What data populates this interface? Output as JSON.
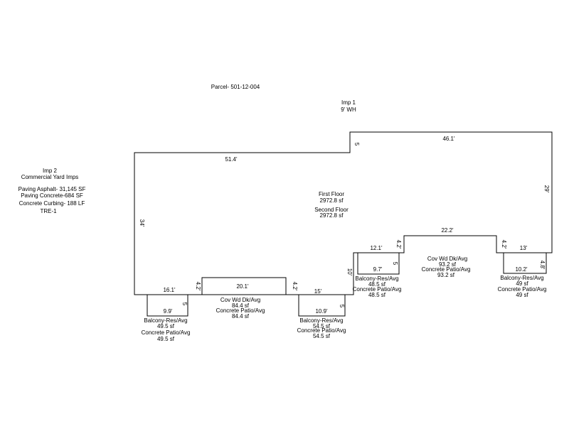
{
  "parcel": "Parcel- 501-12-004",
  "imp1": {
    "title": "Imp 1",
    "wall_height": "9' WH"
  },
  "imp2": {
    "title": "Imp 2",
    "subtitle": "Commercial Yard Imps",
    "items": [
      "Paving  Asphalt-  31,145  SF",
      "Paving  Concrete-684   SF",
      "Concrete Curbing-  188  LF"
    ],
    "code": "TRE-1"
  },
  "floors": {
    "first": "First Floor",
    "first_area": "2972.8 sf",
    "second": "Second Floor",
    "second_area": "2972.8 sf"
  },
  "dimensions": {
    "top_left": "51.4'",
    "step": "5",
    "top_right": "46.1'",
    "right": "29'",
    "left": "34'",
    "bottom_left": "16.1'",
    "deck_left_width": "20.1'",
    "deck_left_side_a": "4.2'",
    "deck_left_side_b": "4.2'",
    "bottom_mid": "15'",
    "notch": "10'",
    "upper_left": "12.1'",
    "deck_right_side_a": "4.2'",
    "deck_right_width": "22.2'",
    "deck_right_side_b": "4.2'",
    "upper_right": "13'"
  },
  "balconies": [
    {
      "width": "9.9'",
      "depth": "5",
      "label": "Balcony-Res/Avg",
      "area": "49.5 sf",
      "patio": "Concrete Patio/Avg",
      "patio_area": "49.5 sf"
    },
    {
      "width": "10.9'",
      "depth": "5",
      "label": "Balcony-Res/Avg",
      "area": "54.5 sf",
      "patio": "Concrete Patio/Avg",
      "patio_area": "54.5 sf"
    },
    {
      "width": "9.7'",
      "depth": "5",
      "label": "Balcony-Res/Avg",
      "area": "48.5 sf",
      "patio": "Concrete Patio/Avg",
      "patio_area": "48.5 sf"
    },
    {
      "width": "10.2'",
      "depth": "4.8'",
      "label": "Balcony-Res/Avg",
      "area": "49 sf",
      "patio": "Concrete Patio/Avg",
      "patio_area": "49 sf"
    }
  ],
  "decks": [
    {
      "label": "Cov Wd Dk/Avg",
      "area": "84.4 sf",
      "patio": "Concrete Patio/Avg",
      "patio_area": "84.4 sf"
    },
    {
      "label": "Cov Wd Dk/Avg",
      "area": "93.2 sf",
      "patio": "Concrete Patio/Avg",
      "patio_area": "93.2 sf"
    }
  ]
}
